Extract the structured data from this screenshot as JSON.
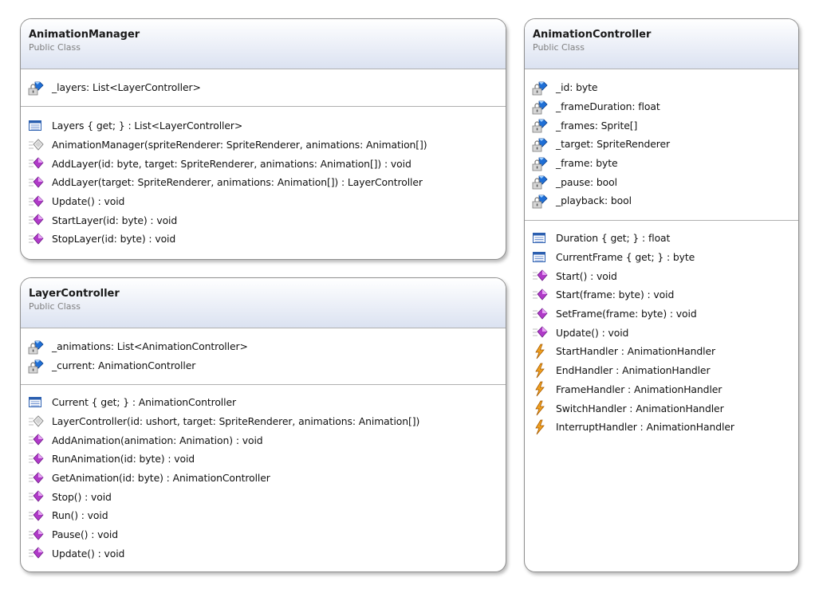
{
  "colors": {
    "header_gradient_top": "#ffffff",
    "header_gradient_bottom": "#dbe2f1",
    "border": "#8f8f8f",
    "field_icon": "#1f6fd6",
    "method_icon": "#b03ac8",
    "property_icon": "#2b5fb0",
    "event_icon": "#f0a020"
  },
  "classes": {
    "animation_manager": {
      "name": "AnimationManager",
      "kind": "Public Class",
      "fields": [
        {
          "icon": "private-field-icon",
          "text": "_layers: List<LayerController>"
        }
      ],
      "members": [
        {
          "icon": "property-icon",
          "text": "Layers { get; } : List<LayerController>"
        },
        {
          "icon": "constructor-icon",
          "text": "AnimationManager(spriteRenderer: SpriteRenderer, animations: Animation[])"
        },
        {
          "icon": "method-icon",
          "text": "AddLayer(id: byte, target: SpriteRenderer, animations: Animation[]) : void"
        },
        {
          "icon": "method-icon",
          "text": "AddLayer(target: SpriteRenderer, animations: Animation[]) : LayerController"
        },
        {
          "icon": "method-icon",
          "text": "Update() : void"
        },
        {
          "icon": "method-icon",
          "text": "StartLayer(id: byte) : void"
        },
        {
          "icon": "method-icon",
          "text": "StopLayer(id: byte) : void"
        }
      ]
    },
    "layer_controller": {
      "name": "LayerController",
      "kind": "Public Class",
      "fields": [
        {
          "icon": "private-field-icon",
          "text": "_animations: List<AnimationController>"
        },
        {
          "icon": "private-field-icon",
          "text": "_current: AnimationController"
        }
      ],
      "members": [
        {
          "icon": "property-icon",
          "text": "Current { get; } : AnimationController"
        },
        {
          "icon": "constructor-icon",
          "text": "LayerController(id: ushort, target: SpriteRenderer, animations: Animation[])"
        },
        {
          "icon": "method-icon",
          "text": "AddAnimation(animation: Animation) : void"
        },
        {
          "icon": "method-icon",
          "text": "RunAnimation(id: byte) : void"
        },
        {
          "icon": "method-icon",
          "text": "GetAnimation(id: byte) : AnimationController"
        },
        {
          "icon": "method-icon",
          "text": "Stop() : void"
        },
        {
          "icon": "method-icon",
          "text": "Run() : void"
        },
        {
          "icon": "method-icon",
          "text": "Pause() : void"
        },
        {
          "icon": "method-icon",
          "text": "Update() : void"
        }
      ]
    },
    "animation_controller": {
      "name": "AnimationController",
      "kind": "Public Class",
      "fields": [
        {
          "icon": "private-field-icon",
          "text": "_id: byte"
        },
        {
          "icon": "private-field-icon",
          "text": "_frameDuration: float"
        },
        {
          "icon": "private-field-icon",
          "text": "_frames: Sprite[]"
        },
        {
          "icon": "private-field-icon",
          "text": "_target: SpriteRenderer"
        },
        {
          "icon": "private-field-icon",
          "text": "_frame: byte"
        },
        {
          "icon": "private-field-icon",
          "text": "_pause: bool"
        },
        {
          "icon": "private-field-icon",
          "text": "_playback: bool"
        }
      ],
      "members": [
        {
          "icon": "property-icon",
          "text": "Duration { get; } : float"
        },
        {
          "icon": "property-icon",
          "text": "CurrentFrame { get; } : byte"
        },
        {
          "icon": "method-icon",
          "text": "Start() : void"
        },
        {
          "icon": "method-icon",
          "text": "Start(frame: byte) : void"
        },
        {
          "icon": "method-icon",
          "text": "SetFrame(frame: byte) : void"
        },
        {
          "icon": "method-icon",
          "text": "Update() : void"
        },
        {
          "icon": "event-icon",
          "text": "StartHandler : AnimationHandler"
        },
        {
          "icon": "event-icon",
          "text": "EndHandler : AnimationHandler"
        },
        {
          "icon": "event-icon",
          "text": "FrameHandler : AnimationHandler"
        },
        {
          "icon": "event-icon",
          "text": "SwitchHandler : AnimationHandler"
        },
        {
          "icon": "event-icon",
          "text": "InterruptHandler : AnimationHandler"
        }
      ]
    }
  }
}
